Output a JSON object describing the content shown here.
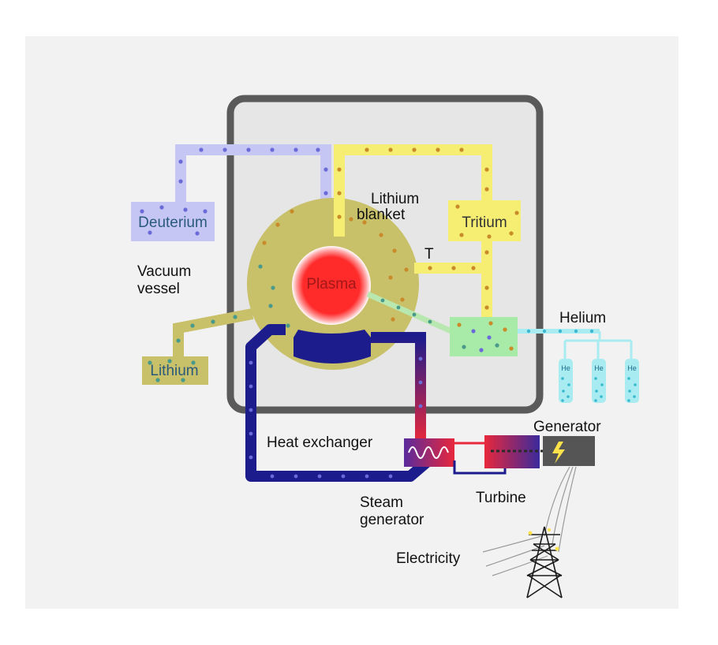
{
  "labels": {
    "deuterium": "Deuterium",
    "lithium_blanket_line1": "Lithium",
    "lithium_blanket_line2": "blanket",
    "tritium": "Tritium",
    "tritium_symbol": "T",
    "vacuum_vessel_line1": "Vacuum",
    "vacuum_vessel_line2": "vessel",
    "plasma": "Plasma",
    "lithium": "Lithium",
    "helium": "Helium",
    "helium_tank": "He",
    "heat_exchanger": "Heat exchanger",
    "generator": "Generator",
    "steam_generator_line1": "Steam",
    "steam_generator_line2": "generator",
    "turbine": "Turbine",
    "electricity": "Electricity"
  },
  "colors": {
    "background_panel": "#f2f2f2",
    "vessel_border": "#5a5a5a",
    "vessel_fill": "#e6e6e6",
    "blanket": "#c9c06a",
    "plasma": "#ff2a2a",
    "deuterium_pipe": "#c6c6f4",
    "tritium_pipe": "#f5ee72",
    "lithium_pipe": "#c9c06a",
    "helium_pipe": "#a8ecf2",
    "coolant": "#1c1c8c",
    "hot_coolant": "#e8283c",
    "exchanger_box": "#a8eba8",
    "generator": "#555555"
  },
  "icons": [
    "lightning-icon",
    "power-pylon-icon"
  ]
}
